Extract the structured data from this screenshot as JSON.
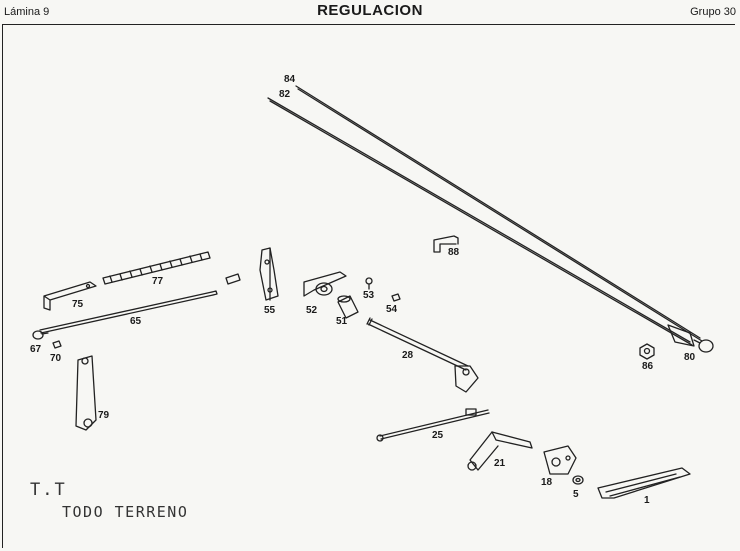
{
  "header": {
    "left": "Lámina 9",
    "title": "REGULACION",
    "right": "Grupo 30"
  },
  "footer": {
    "model_code": "T.T",
    "model_name": "TODO TERRENO"
  },
  "callouts": {
    "c84": "84",
    "c82": "82",
    "c88": "88",
    "c77": "77",
    "c75": "75",
    "c65": "65",
    "c67": "67",
    "c70": "70",
    "c79": "79",
    "c55": "55",
    "c52": "52",
    "c53": "53",
    "c54": "54",
    "c51": "51",
    "c28": "28",
    "c25": "25",
    "c21": "21",
    "c18": "18",
    "c5": "5",
    "c1": "1",
    "c86": "86",
    "c80": "80"
  }
}
